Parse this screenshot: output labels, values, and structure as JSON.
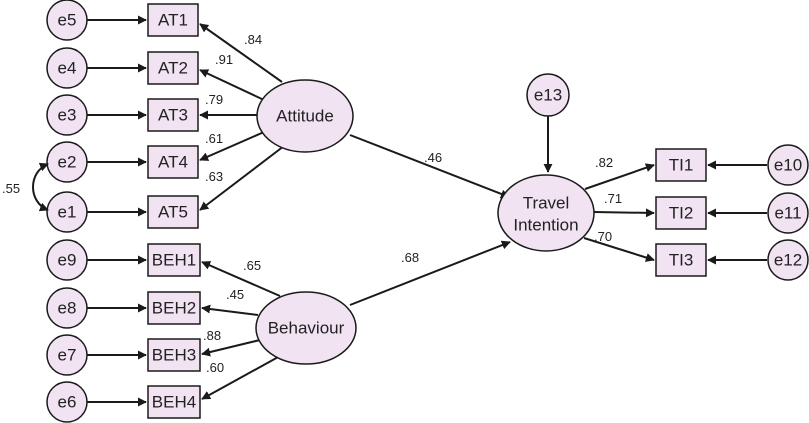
{
  "colors": {
    "fill": "#f1e3f1",
    "stroke": "#1a1a1a",
    "text": "#222222"
  },
  "latents": [
    {
      "id": "attitude",
      "lines": [
        "Attitude"
      ]
    },
    {
      "id": "behaviour",
      "lines": [
        "Behaviour"
      ]
    },
    {
      "id": "travel-intention",
      "lines": [
        "Travel",
        "Intention"
      ]
    }
  ],
  "indicators": [
    {
      "id": "AT1",
      "label": "AT1",
      "error": "e5",
      "loading": ".84"
    },
    {
      "id": "AT2",
      "label": "AT2",
      "error": "e4",
      "loading": ".91"
    },
    {
      "id": "AT3",
      "label": "AT3",
      "error": "e3",
      "loading": ".79"
    },
    {
      "id": "AT4",
      "label": "AT4",
      "error": "e2",
      "loading": ".61"
    },
    {
      "id": "AT5",
      "label": "AT5",
      "error": "e1",
      "loading": ".63"
    },
    {
      "id": "BEH1",
      "label": "BEH1",
      "error": "e9",
      "loading": ".65"
    },
    {
      "id": "BEH2",
      "label": "BEH2",
      "error": "e8",
      "loading": ".45"
    },
    {
      "id": "BEH3",
      "label": "BEH3",
      "error": "e7",
      "loading": ".88"
    },
    {
      "id": "BEH4",
      "label": "BEH4",
      "error": "e6",
      "loading": ".60"
    },
    {
      "id": "TI1",
      "label": "TI1",
      "error": "e10",
      "loading": ".82"
    },
    {
      "id": "TI2",
      "label": "TI2",
      "error": "e11",
      "loading": ".71"
    },
    {
      "id": "TI3",
      "label": "TI3",
      "error": "e12",
      "loading": ".70"
    }
  ],
  "structural_paths": [
    {
      "from": "attitude",
      "to": "travel-intention",
      "label": ".46"
    },
    {
      "from": "behaviour",
      "to": "travel-intention",
      "label": ".68"
    }
  ],
  "disturbance": {
    "label": "e13"
  },
  "covariance": {
    "between": [
      "e2",
      "e1"
    ],
    "label": ".55"
  }
}
